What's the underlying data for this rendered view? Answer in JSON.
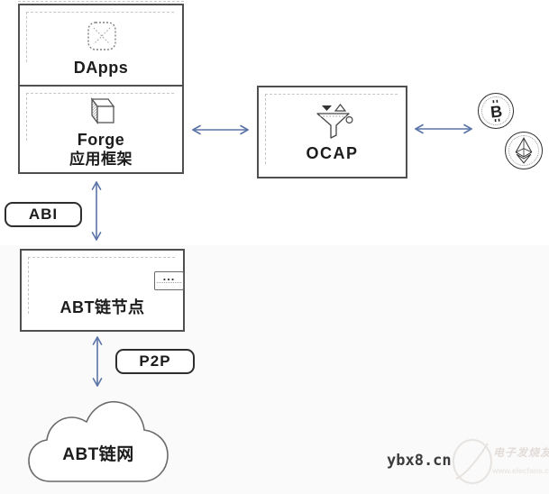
{
  "page": {
    "bg_top": "#ffffff",
    "bg_bottom": "#fbfafa",
    "arrow_color": "#5b74a7",
    "box_border_color": "#4f4f4f",
    "text_color": "#1c1c1c"
  },
  "stack": {
    "dapps": {
      "label": "DApps",
      "icon": "dapps-grid-icon"
    },
    "forge": {
      "line1": "Forge",
      "line2": "应用框架",
      "icon": "cube-icon"
    }
  },
  "ocap": {
    "label": "OCAP",
    "icon": "funnel-icon"
  },
  "abi_badge": {
    "label": "ABI"
  },
  "p2p_badge": {
    "label": "P2P"
  },
  "abt_node": {
    "label": "ABT链节点",
    "icon": "node-server-icon",
    "icon_dots": "..."
  },
  "cloud": {
    "label": "ABT链网"
  },
  "coins": {
    "bitcoin": {
      "symbol": "B",
      "icon": "bitcoin-icon"
    },
    "ethereum": {
      "icon": "ethereum-icon"
    }
  },
  "watermark": {
    "site": "ybx8.cn",
    "brand": "电子发烧友",
    "url": "www.elecfans.com",
    "logo": "elecfans-logo"
  }
}
